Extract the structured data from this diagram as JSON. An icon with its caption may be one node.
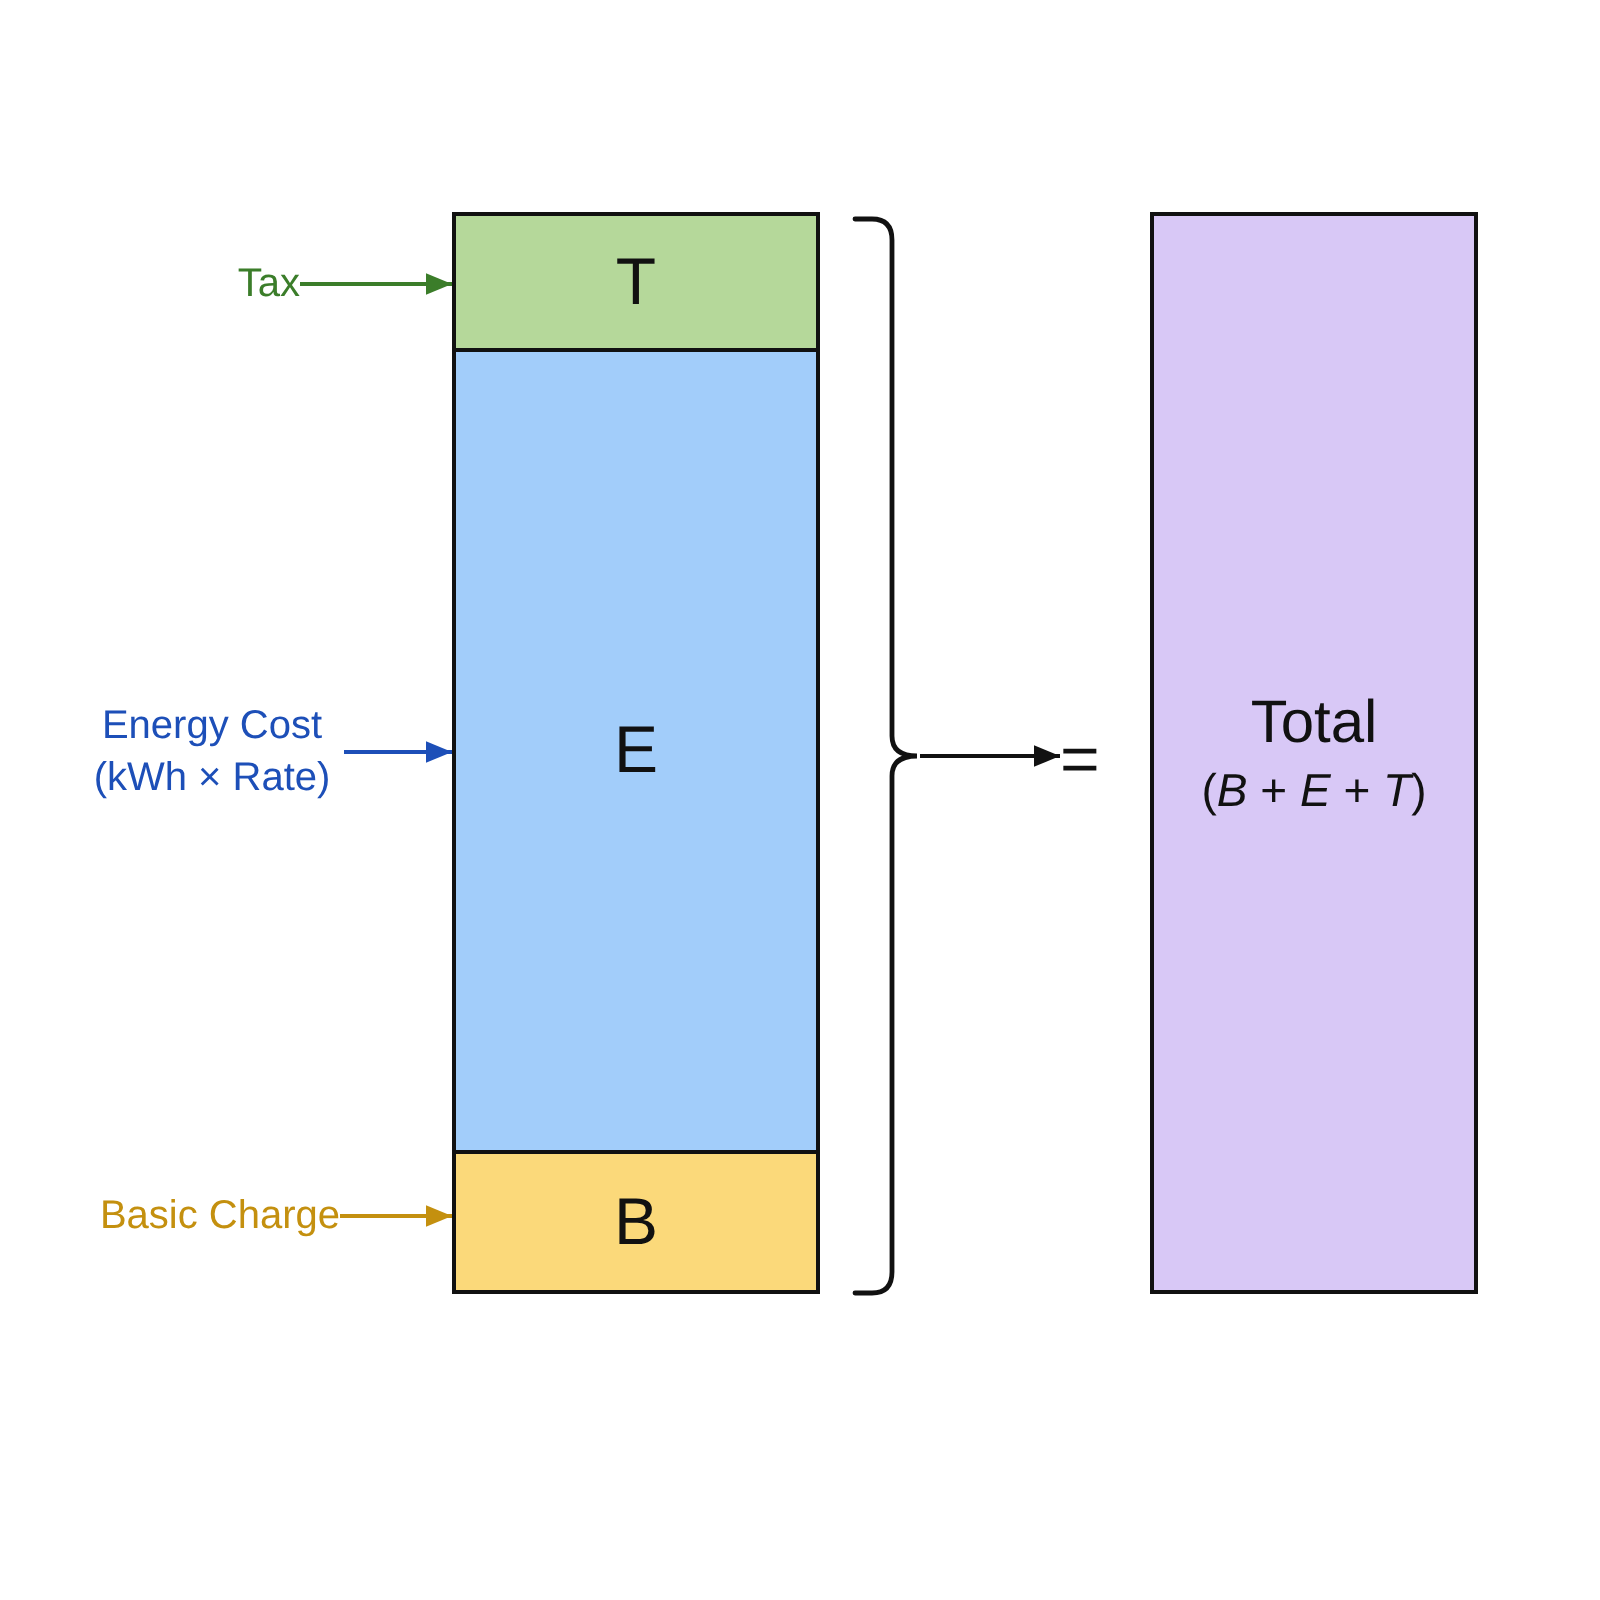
{
  "diagram": {
    "nodes": [
      {
        "text": [
          "Tax"
        ]
      },
      {
        "text": [
          "T"
        ]
      },
      {
        "text": [
          "Energy Cost (kWh × Rate)"
        ]
      },
      {
        "text": [
          "E"
        ]
      },
      {
        "text": [
          "Basic Charge"
        ]
      },
      {
        "text": [
          "B"
        ]
      },
      {
        "text": [],
        "shape": "brace"
      },
      {
        "text": [
          "="
        ]
      },
      {
        "text": [
          "Total",
          "(*B* + *E* + *T*)"
        ]
      }
    ],
    "edges": [
      {
        "from": 0,
        "to": 1,
        "arrow": "to",
        "color": "#3b7d2a"
      },
      {
        "from": 2,
        "to": 3,
        "arrow": "to",
        "color": "#1d4fb8"
      },
      {
        "from": 4,
        "to": 5,
        "arrow": "to",
        "color": "#c4900f"
      },
      {
        "from": 6,
        "to": 7,
        "arrow": "to",
        "color": "#111111"
      }
    ]
  }
}
